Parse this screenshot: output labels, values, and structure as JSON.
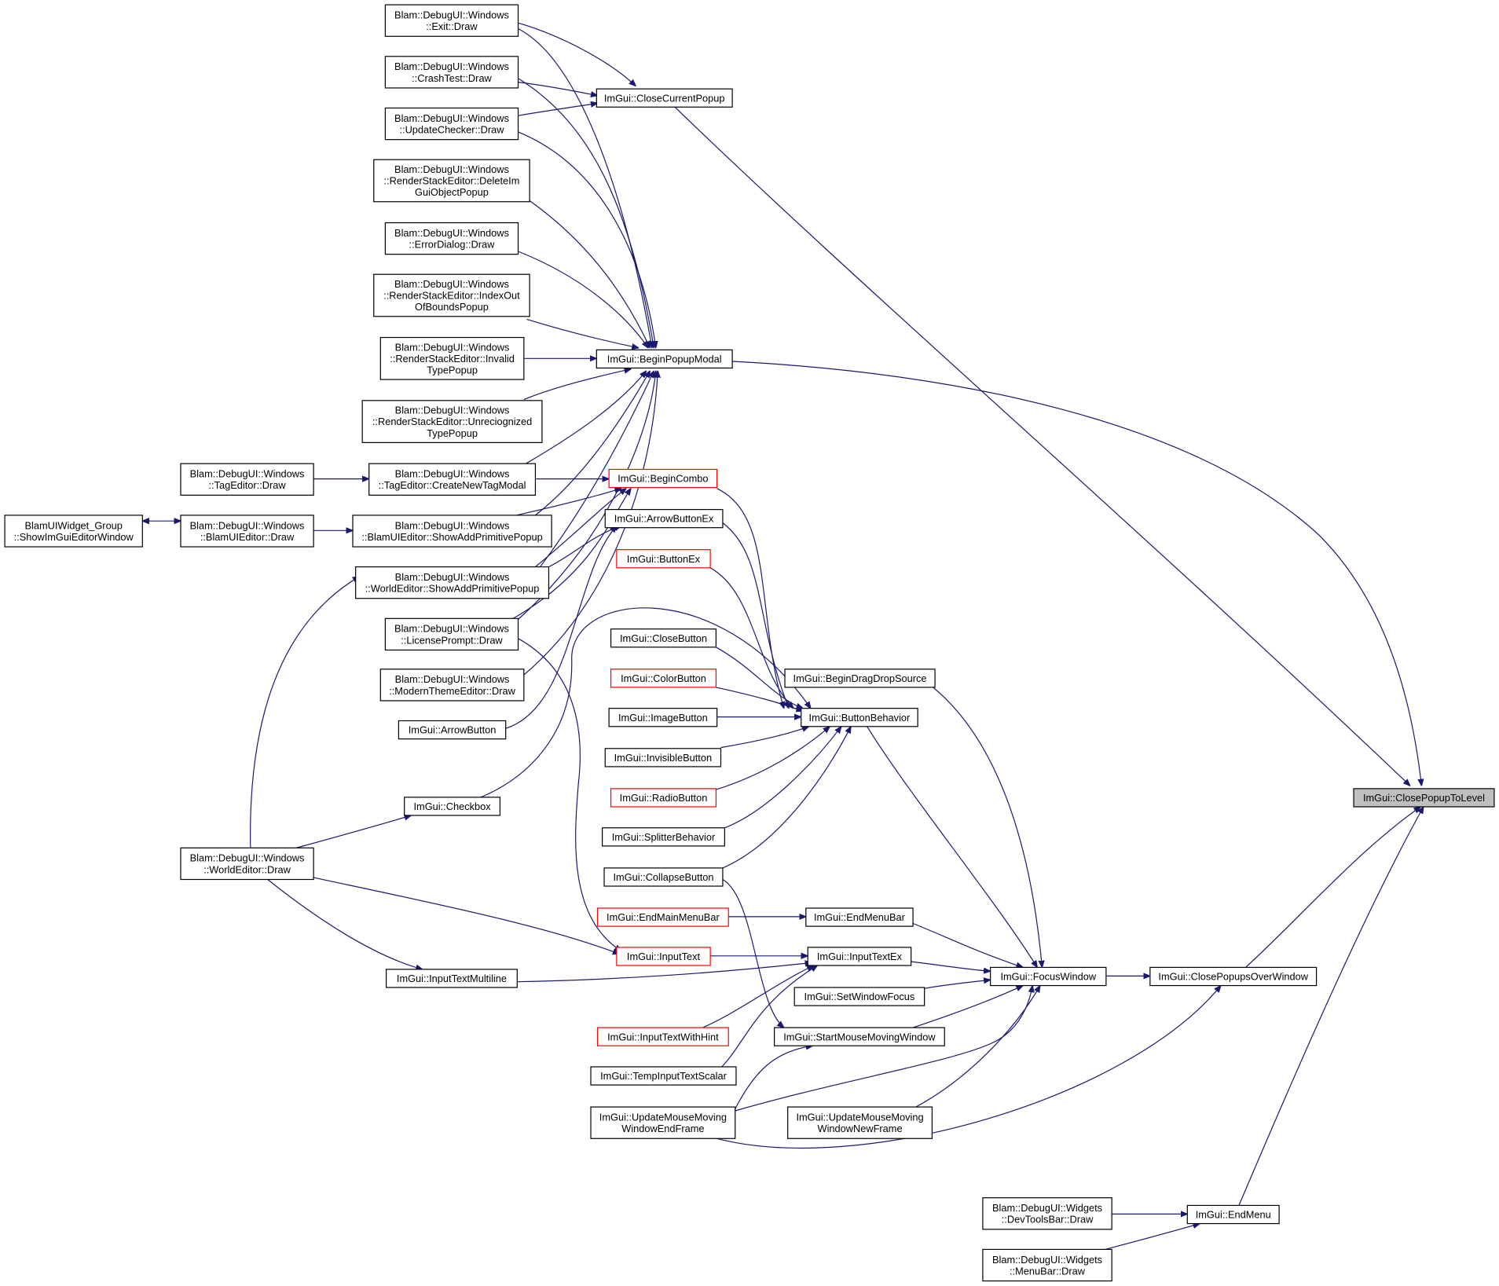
{
  "colors": {
    "edge": "#191970",
    "border": "#000000",
    "partial_border": "#ff0000",
    "focus_fill": "#bfbfbf"
  },
  "nodes": [
    {
      "id": "exit",
      "lines": [
        "Blam::DebugUI::Windows",
        "::Exit::Draw"
      ]
    },
    {
      "id": "crash",
      "lines": [
        "Blam::DebugUI::Windows",
        "::CrashTest::Draw"
      ]
    },
    {
      "id": "update",
      "lines": [
        "Blam::DebugUI::Windows",
        "::UpdateChecker::Draw"
      ]
    },
    {
      "id": "delete",
      "lines": [
        "Blam::DebugUI::Windows",
        "::RenderStackEditor::DeleteIm",
        "GuiObjectPopup"
      ]
    },
    {
      "id": "error",
      "lines": [
        "Blam::DebugUI::Windows",
        "::ErrorDialog::Draw"
      ]
    },
    {
      "id": "index",
      "lines": [
        "Blam::DebugUI::Windows",
        "::RenderStackEditor::IndexOut",
        "OfBoundsPopup"
      ]
    },
    {
      "id": "invalid",
      "lines": [
        "Blam::DebugUI::Windows",
        "::RenderStackEditor::Invalid",
        "TypePopup"
      ]
    },
    {
      "id": "unrec",
      "lines": [
        "Blam::DebugUI::Windows",
        "::RenderStackEditor::Unreciognized",
        "TypePopup"
      ]
    },
    {
      "id": "tagdraw",
      "lines": [
        "Blam::DebugUI::Windows",
        "::TagEditor::Draw"
      ]
    },
    {
      "id": "tagnew",
      "lines": [
        "Blam::DebugUI::Windows",
        "::TagEditor::CreateNewTagModal"
      ]
    },
    {
      "id": "group",
      "lines": [
        "BlamUIWidget_Group",
        "::ShowImGuiEditorWindow"
      ]
    },
    {
      "id": "blamui",
      "lines": [
        "Blam::DebugUI::Windows",
        "::BlamUIEditor::Draw"
      ]
    },
    {
      "id": "blamuiadd",
      "lines": [
        "Blam::DebugUI::Windows",
        "::BlamUIEditor::ShowAddPrimitivePopup"
      ]
    },
    {
      "id": "worldadd",
      "lines": [
        "Blam::DebugUI::Windows",
        "::WorldEditor::ShowAddPrimitivePopup"
      ]
    },
    {
      "id": "license",
      "lines": [
        "Blam::DebugUI::Windows",
        "::LicensePrompt::Draw"
      ]
    },
    {
      "id": "modern",
      "lines": [
        "Blam::DebugUI::Windows",
        "::ModernThemeEditor::Draw"
      ]
    },
    {
      "id": "arrowbtn",
      "lines": [
        "ImGui::ArrowButton"
      ]
    },
    {
      "id": "checkbox",
      "lines": [
        "ImGui::Checkbox"
      ]
    },
    {
      "id": "worlddraw",
      "lines": [
        "Blam::DebugUI::Windows",
        "::WorldEditor::Draw"
      ]
    },
    {
      "id": "inputmulti",
      "lines": [
        "ImGui::InputTextMultiline"
      ]
    },
    {
      "id": "closecur",
      "lines": [
        "ImGui::CloseCurrentPopup"
      ]
    },
    {
      "id": "beginmodal",
      "lines": [
        "ImGui::BeginPopupModal"
      ]
    },
    {
      "id": "begincombo",
      "lines": [
        "ImGui::BeginCombo"
      ]
    },
    {
      "id": "arrowex",
      "lines": [
        "ImGui::ArrowButtonEx"
      ]
    },
    {
      "id": "buttonex",
      "lines": [
        "ImGui::ButtonEx"
      ]
    },
    {
      "id": "closebtn",
      "lines": [
        "ImGui::CloseButton"
      ]
    },
    {
      "id": "colorbtn",
      "lines": [
        "ImGui::ColorButton"
      ]
    },
    {
      "id": "imagebtn",
      "lines": [
        "ImGui::ImageButton"
      ]
    },
    {
      "id": "invisbtn",
      "lines": [
        "ImGui::InvisibleButton"
      ]
    },
    {
      "id": "radiobtn",
      "lines": [
        "ImGui::RadioButton"
      ]
    },
    {
      "id": "splitter",
      "lines": [
        "ImGui::SplitterBehavior"
      ]
    },
    {
      "id": "collapse",
      "lines": [
        "ImGui::CollapseButton"
      ]
    },
    {
      "id": "endmainmenu",
      "lines": [
        "ImGui::EndMainMenuBar"
      ]
    },
    {
      "id": "inputtext",
      "lines": [
        "ImGui::InputText"
      ]
    },
    {
      "id": "inputhint",
      "lines": [
        "ImGui::InputTextWithHint"
      ]
    },
    {
      "id": "tempinput",
      "lines": [
        "ImGui::TempInputTextScalar"
      ]
    },
    {
      "id": "umwef",
      "lines": [
        "ImGui::UpdateMouseMoving",
        "WindowEndFrame"
      ]
    },
    {
      "id": "dragdrop",
      "lines": [
        "ImGui::BeginDragDropSource"
      ]
    },
    {
      "id": "btnbehavior",
      "lines": [
        "ImGui::ButtonBehavior"
      ]
    },
    {
      "id": "endmenubar",
      "lines": [
        "ImGui::EndMenuBar"
      ]
    },
    {
      "id": "inputtextex",
      "lines": [
        "ImGui::InputTextEx"
      ]
    },
    {
      "id": "setfocus",
      "lines": [
        "ImGui::SetWindowFocus"
      ]
    },
    {
      "id": "startmove",
      "lines": [
        "ImGui::StartMouseMovingWindow"
      ]
    },
    {
      "id": "umwnf",
      "lines": [
        "ImGui::UpdateMouseMoving",
        "WindowNewFrame"
      ]
    },
    {
      "id": "focus",
      "lines": [
        "ImGui::FocusWindow"
      ]
    },
    {
      "id": "closeover",
      "lines": [
        "ImGui::ClosePopupsOverWindow"
      ]
    },
    {
      "id": "devtools",
      "lines": [
        "Blam::DebugUI::Widgets",
        "::DevToolsBar::Draw"
      ]
    },
    {
      "id": "menubar",
      "lines": [
        "Blam::DebugUI::Widgets",
        "::MenuBar::Draw"
      ]
    },
    {
      "id": "endmenu",
      "lines": [
        "ImGui::EndMenu"
      ]
    },
    {
      "id": "target",
      "lines": [
        "ImGui::ClosePopupToLevel"
      ]
    }
  ]
}
